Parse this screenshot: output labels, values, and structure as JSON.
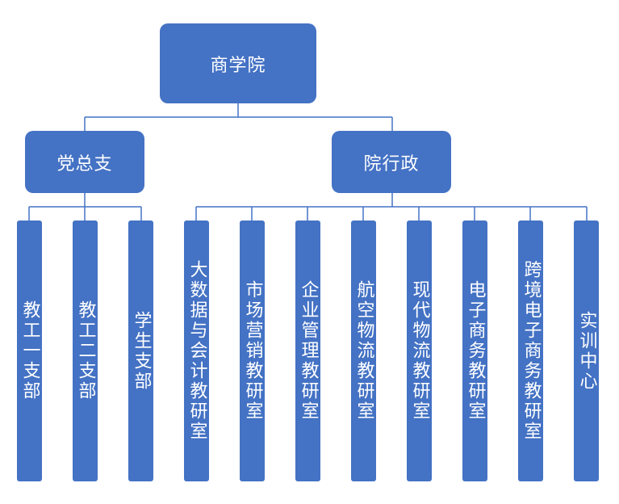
{
  "root": {
    "label": "商学院"
  },
  "level2": [
    {
      "label": "党总支"
    },
    {
      "label": "院行政"
    }
  ],
  "party_children": [
    {
      "label": "教工一支部"
    },
    {
      "label": "教工二支部"
    },
    {
      "label": "学生支部"
    }
  ],
  "admin_children": [
    {
      "label": "大数据与会计教研室"
    },
    {
      "label": "市场营销教研室"
    },
    {
      "label": "企业管理教研室"
    },
    {
      "label": "航空物流教研室"
    },
    {
      "label": "现代物流教研室"
    },
    {
      "label": "电子商务教研室"
    },
    {
      "label": "跨境电子商务教研室"
    },
    {
      "label": "实训中心"
    }
  ],
  "colors": {
    "box_fill": "#4472c4",
    "connector": "#4472c4",
    "text": "#ffffff"
  }
}
